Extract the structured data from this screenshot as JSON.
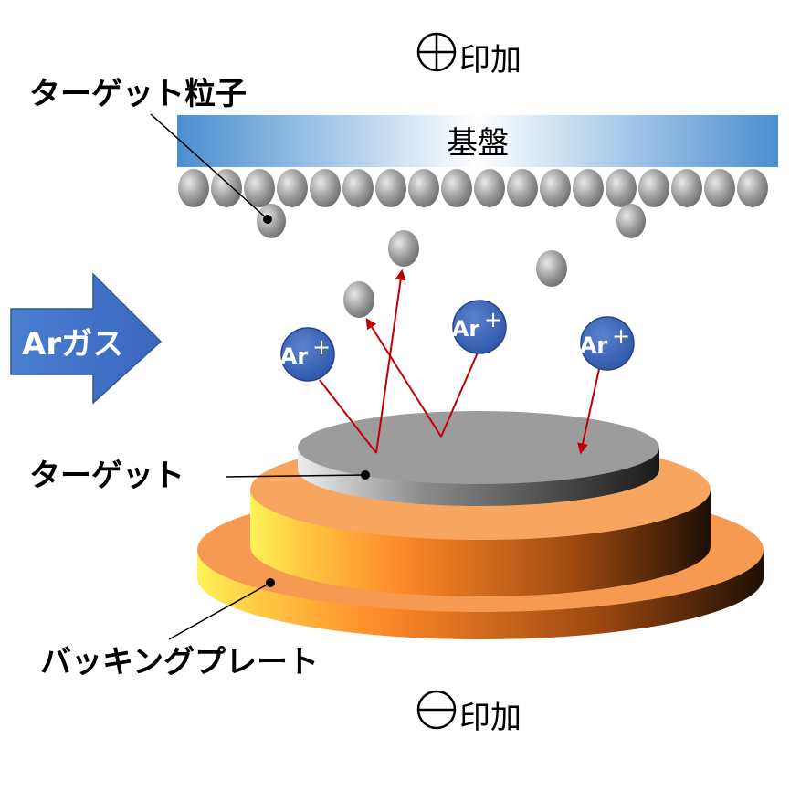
{
  "labels": {
    "plus_apply": "印加",
    "minus_apply": "印加",
    "substrate": "基盤",
    "target_particle": "ターゲット粒子",
    "target": "ターゲット",
    "backing_plate": "バッキングプレート",
    "ar_gas": "Arガス",
    "ar_ion_text": "Ar",
    "ar_ion_sign": "+"
  },
  "colors": {
    "substrate_blue": "#4a8fd0",
    "arrow_blue": "#4472c4",
    "ion_blue": "#3d64b4",
    "trajectory_red": "#c00000",
    "particle_gray": "#9a9a9a",
    "plate_orange": "#f59a50",
    "target_gray": "#9c9c9c"
  },
  "icons": {
    "plus_symbol": "circled-plus-icon",
    "minus_symbol": "circled-minus-icon"
  }
}
